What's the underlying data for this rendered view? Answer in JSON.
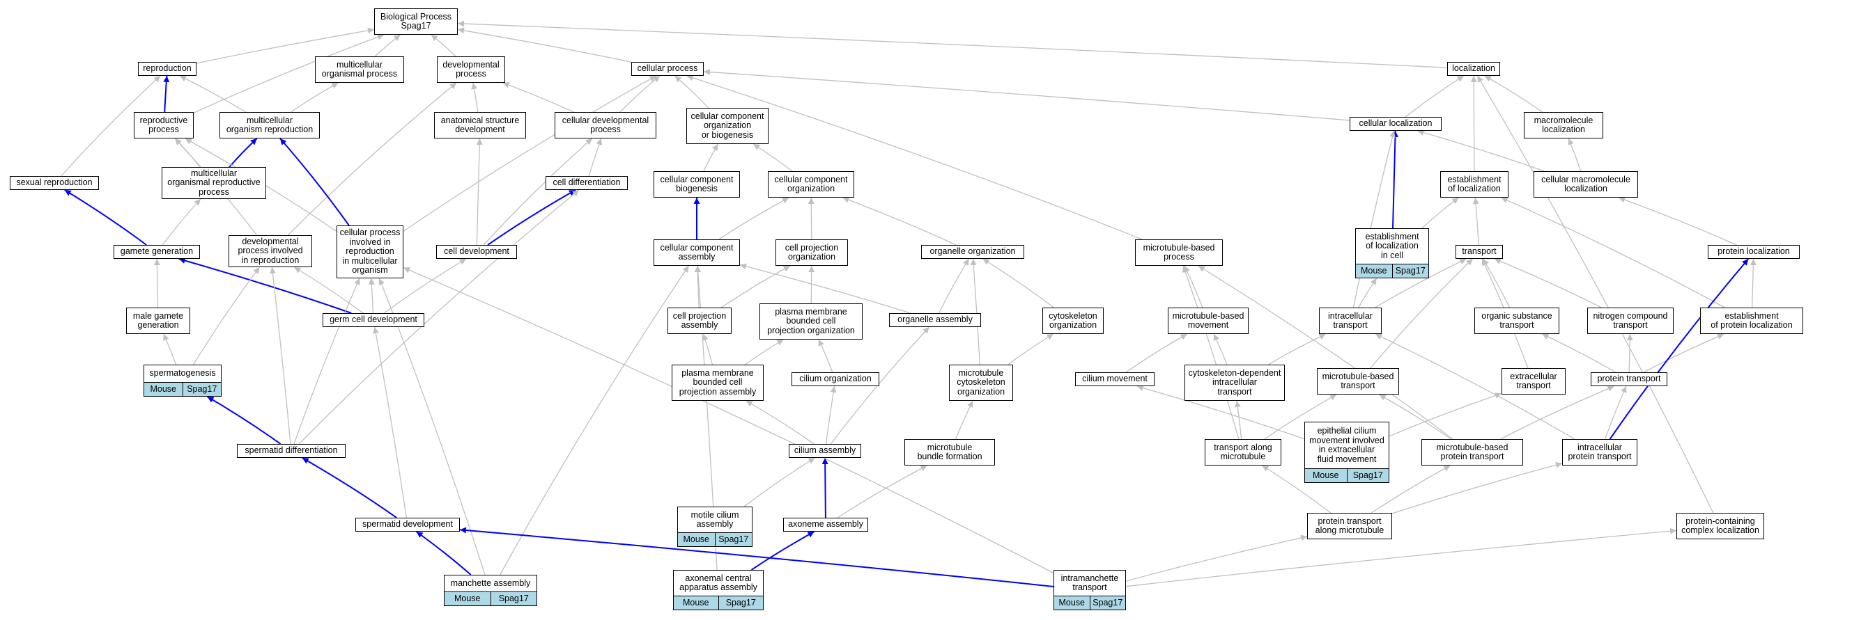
{
  "colors": {
    "edge_gray": "#c0c0c0",
    "edge_blue": "#0000ff",
    "annotation_fill": "#add8e6"
  },
  "nodes": [
    {
      "id": "bp",
      "label": "Biological Process\nSpag17"
    },
    {
      "id": "reproduction",
      "label": "reproduction"
    },
    {
      "id": "mcop",
      "label": "multicellular\norganismal process"
    },
    {
      "id": "devproc",
      "label": "developmental\nprocess"
    },
    {
      "id": "cellproc",
      "label": "cellular process"
    },
    {
      "id": "localization",
      "label": "localization"
    },
    {
      "id": "reproproc",
      "label": "reproductive\nprocess"
    },
    {
      "id": "mcorgrep",
      "label": "multicellular\norganism reproduction"
    },
    {
      "id": "asdev",
      "label": "anatomical structure\ndevelopment"
    },
    {
      "id": "celldevproc",
      "label": "cellular developmental\nprocess"
    },
    {
      "id": "ccob",
      "label": "cellular component\norganization\nor biogenesis"
    },
    {
      "id": "cellloc",
      "label": "cellular localization"
    },
    {
      "id": "macroloc",
      "label": "macromolecule\nlocalization"
    },
    {
      "id": "sexrep",
      "label": "sexual reproduction"
    },
    {
      "id": "mcorgrepproc",
      "label": "multicellular\norganismal reproductive\nprocess"
    },
    {
      "id": "celldiff",
      "label": "cell differentiation"
    },
    {
      "id": "ccbio",
      "label": "cellular component\nbiogenesis"
    },
    {
      "id": "ccorg",
      "label": "cellular component\norganization"
    },
    {
      "id": "estloc",
      "label": "establishment\nof localization"
    },
    {
      "id": "cellmacroloc",
      "label": "cellular macromolecule\nlocalization"
    },
    {
      "id": "gamgen",
      "label": "gamete generation"
    },
    {
      "id": "devrep",
      "label": "developmental\nprocess involved\nin reproduction"
    },
    {
      "id": "cpinrep",
      "label": "cellular process\ninvolved in\nreproduction\nin multicellular\norganism"
    },
    {
      "id": "celldev",
      "label": "cell development"
    },
    {
      "id": "ccassem",
      "label": "cellular component\nassembly"
    },
    {
      "id": "cprojorg",
      "label": "cell projection\norganization"
    },
    {
      "id": "organorg",
      "label": "organelle organization"
    },
    {
      "id": "mtbased",
      "label": "microtubule-based\nprocess"
    },
    {
      "id": "estlocincell",
      "label": "establishment\nof localization\nin cell",
      "ann": [
        "Mouse",
        "Spag17"
      ]
    },
    {
      "id": "transport",
      "label": "transport"
    },
    {
      "id": "protloc",
      "label": "protein localization"
    },
    {
      "id": "malegam",
      "label": "male gamete\ngeneration"
    },
    {
      "id": "germdev",
      "label": "germ cell development"
    },
    {
      "id": "cprojassem",
      "label": "cell projection\nassembly"
    },
    {
      "id": "pmbcpo",
      "label": "plasma membrane\nbounded cell\nprojection organization"
    },
    {
      "id": "organassem",
      "label": "organelle assembly"
    },
    {
      "id": "cytoorg",
      "label": "cytoskeleton\norganization"
    },
    {
      "id": "mtbmove",
      "label": "microtubule-based\nmovement"
    },
    {
      "id": "intracelltrans",
      "label": "intracellular\ntransport"
    },
    {
      "id": "orgsubtrans",
      "label": "organic substance\ntransport"
    },
    {
      "id": "nitrotrans",
      "label": "nitrogen compound\ntransport"
    },
    {
      "id": "estprotloc",
      "label": "establishment\nof protein localization"
    },
    {
      "id": "spermatogenesis",
      "label": "spermatogenesis",
      "ann": [
        "Mouse",
        "Spag17"
      ]
    },
    {
      "id": "pmbcpa",
      "label": "plasma membrane\nbounded cell\nprojection assembly"
    },
    {
      "id": "ciliumorg",
      "label": "cilium organization"
    },
    {
      "id": "mtcytoorg",
      "label": "microtubule\ncytoskeleton\norganization"
    },
    {
      "id": "ciliummove",
      "label": "cilium movement"
    },
    {
      "id": "cytodepintra",
      "label": "cytoskeleton-dependent\nintracellular\ntransport"
    },
    {
      "id": "mtbtrans",
      "label": "microtubule-based\ntransport"
    },
    {
      "id": "extracelltrans",
      "label": "extracellular\ntransport"
    },
    {
      "id": "prottrans",
      "label": "protein transport"
    },
    {
      "id": "spermdiff",
      "label": "spermatid differentiation"
    },
    {
      "id": "ciliumassem",
      "label": "cilium assembly"
    },
    {
      "id": "mtbundle",
      "label": "microtubule\nbundle formation"
    },
    {
      "id": "epicilium",
      "label": "epithelial cilium\nmovement involved\nin extracellular\nfluid movement",
      "ann": [
        "Mouse",
        "Spag17"
      ]
    },
    {
      "id": "transalongmt",
      "label": "transport along\nmicrotubule"
    },
    {
      "id": "mtbprottrans",
      "label": "microtubule-based\nprotein transport"
    },
    {
      "id": "intraprottrans",
      "label": "intracellular\nprotein transport"
    },
    {
      "id": "spermdev",
      "label": "spermatid development"
    },
    {
      "id": "motilecilium",
      "label": "motile cilium\nassembly",
      "ann": [
        "Mouse",
        "Spag17"
      ]
    },
    {
      "id": "axonemeassem",
      "label": "axoneme assembly"
    },
    {
      "id": "prottransmt",
      "label": "protein transport\nalong microtubule"
    },
    {
      "id": "protcomplexloc",
      "label": "protein-containing\ncomplex localization"
    },
    {
      "id": "manchette",
      "label": "manchette assembly",
      "ann": [
        "Mouse",
        "Spag17"
      ]
    },
    {
      "id": "axocentral",
      "label": "axonemal central\napparatus assembly",
      "ann": [
        "Mouse",
        "Spag17"
      ]
    },
    {
      "id": "intramanchette",
      "label": "intramanchette\ntransport",
      "ann": [
        "Mouse",
        "Spag17"
      ]
    }
  ],
  "edges": [
    [
      "reproduction",
      "bp",
      "g"
    ],
    [
      "mcop",
      "bp",
      "g"
    ],
    [
      "devproc",
      "bp",
      "g"
    ],
    [
      "cellproc",
      "bp",
      "g"
    ],
    [
      "localization",
      "bp",
      "g"
    ],
    [
      "reproproc",
      "reproduction",
      "b"
    ],
    [
      "reproproc",
      "bp",
      "g"
    ],
    [
      "mcorgrep",
      "reproduction",
      "g"
    ],
    [
      "mcorgrep",
      "mcop",
      "g"
    ],
    [
      "asdev",
      "devproc",
      "g"
    ],
    [
      "celldevproc",
      "devproc",
      "g"
    ],
    [
      "celldevproc",
      "cellproc",
      "g"
    ],
    [
      "ccob",
      "cellproc",
      "g"
    ],
    [
      "cellloc",
      "cellproc",
      "g"
    ],
    [
      "cellloc",
      "localization",
      "g"
    ],
    [
      "macroloc",
      "localization",
      "g"
    ],
    [
      "sexrep",
      "reproduction",
      "g"
    ],
    [
      "mcorgrepproc",
      "mcorgrep",
      "b"
    ],
    [
      "mcorgrepproc",
      "reproproc",
      "g"
    ],
    [
      "celldiff",
      "celldevproc",
      "g"
    ],
    [
      "ccbio",
      "ccob",
      "g"
    ],
    [
      "ccorg",
      "ccob",
      "g"
    ],
    [
      "estloc",
      "localization",
      "g"
    ],
    [
      "cellmacroloc",
      "cellloc",
      "g"
    ],
    [
      "cellmacroloc",
      "macroloc",
      "g"
    ],
    [
      "gamgen",
      "sexrep",
      "b"
    ],
    [
      "gamgen",
      "mcorgrepproc",
      "g"
    ],
    [
      "devrep",
      "devproc",
      "g"
    ],
    [
      "devrep",
      "reproproc",
      "g"
    ],
    [
      "cpinrep",
      "mcorgrep",
      "b"
    ],
    [
      "cpinrep",
      "cellproc",
      "g"
    ],
    [
      "cpinrep",
      "reproproc",
      "g"
    ],
    [
      "celldev",
      "celldiff",
      "b"
    ],
    [
      "celldev",
      "asdev",
      "g"
    ],
    [
      "celldev",
      "celldevproc",
      "g"
    ],
    [
      "ccassem",
      "ccbio",
      "b"
    ],
    [
      "ccassem",
      "ccorg",
      "g"
    ],
    [
      "cprojorg",
      "ccorg",
      "g"
    ],
    [
      "organorg",
      "ccorg",
      "g"
    ],
    [
      "mtbased",
      "cellproc",
      "g"
    ],
    [
      "estlocincell",
      "cellloc",
      "b"
    ],
    [
      "estlocincell",
      "estloc",
      "g"
    ],
    [
      "transport",
      "estloc",
      "g"
    ],
    [
      "protloc",
      "cellmacroloc",
      "g"
    ],
    [
      "malegam",
      "gamgen",
      "g"
    ],
    [
      "germdev",
      "gamgen",
      "b"
    ],
    [
      "germdev",
      "devrep",
      "g"
    ],
    [
      "germdev",
      "cpinrep",
      "g"
    ],
    [
      "germdev",
      "celldev",
      "g"
    ],
    [
      "cprojassem",
      "ccassem",
      "g"
    ],
    [
      "cprojassem",
      "cprojorg",
      "g"
    ],
    [
      "pmbcpo",
      "cprojorg",
      "g"
    ],
    [
      "organassem",
      "organorg",
      "g"
    ],
    [
      "organassem",
      "ccassem",
      "g"
    ],
    [
      "cytoorg",
      "organorg",
      "g"
    ],
    [
      "mtbmove",
      "mtbased",
      "g"
    ],
    [
      "intracelltrans",
      "cellloc",
      "g"
    ],
    [
      "intracelltrans",
      "transport",
      "g"
    ],
    [
      "intracelltrans",
      "estlocincell",
      "g"
    ],
    [
      "orgsubtrans",
      "transport",
      "g"
    ],
    [
      "nitrotrans",
      "transport",
      "g"
    ],
    [
      "estprotloc",
      "protloc",
      "g"
    ],
    [
      "estprotloc",
      "estloc",
      "g"
    ],
    [
      "spermatogenesis",
      "malegam",
      "g"
    ],
    [
      "spermatogenesis",
      "devrep",
      "g"
    ],
    [
      "pmbcpa",
      "pmbcpo",
      "g"
    ],
    [
      "pmbcpa",
      "cprojassem",
      "g"
    ],
    [
      "ciliumorg",
      "pmbcpo",
      "g"
    ],
    [
      "mtcytoorg",
      "cytoorg",
      "g"
    ],
    [
      "mtcytoorg",
      "organorg",
      "g"
    ],
    [
      "ciliummove",
      "mtbmove",
      "g"
    ],
    [
      "cytodepintra",
      "intracelltrans",
      "g"
    ],
    [
      "cytodepintra",
      "mtbmove",
      "g"
    ],
    [
      "mtbtrans",
      "transport",
      "g"
    ],
    [
      "extracelltrans",
      "transport",
      "g"
    ],
    [
      "prottrans",
      "nitrotrans",
      "g"
    ],
    [
      "prottrans",
      "estprotloc",
      "g"
    ],
    [
      "prottrans",
      "orgsubtrans",
      "g"
    ],
    [
      "spermdiff",
      "spermatogenesis",
      "b"
    ],
    [
      "spermdiff",
      "devrep",
      "g"
    ],
    [
      "spermdiff",
      "cpinrep",
      "g"
    ],
    [
      "spermdiff",
      "celldiff",
      "g"
    ],
    [
      "ciliumassem",
      "ciliumorg",
      "g"
    ],
    [
      "ciliumassem",
      "pmbcpa",
      "g"
    ],
    [
      "ciliumassem",
      "organassem",
      "g"
    ],
    [
      "mtbundle",
      "mtcytoorg",
      "g"
    ],
    [
      "epicilium",
      "ciliummove",
      "g"
    ],
    [
      "epicilium",
      "extracelltrans",
      "g"
    ],
    [
      "transalongmt",
      "cytodepintra",
      "g"
    ],
    [
      "transalongmt",
      "mtbtrans",
      "g"
    ],
    [
      "transalongmt",
      "mtbased",
      "g"
    ],
    [
      "mtbprottrans",
      "mtbtrans",
      "g"
    ],
    [
      "mtbprottrans",
      "prottrans",
      "g"
    ],
    [
      "mtbprottrans",
      "mtbased",
      "g"
    ],
    [
      "intraprottrans",
      "protloc",
      "b"
    ],
    [
      "intraprottrans",
      "prottrans",
      "g"
    ],
    [
      "intraprottrans",
      "intracelltrans",
      "g"
    ],
    [
      "spermdev",
      "spermdiff",
      "b"
    ],
    [
      "spermdev",
      "germdev",
      "g"
    ],
    [
      "motilecilium",
      "ciliumassem",
      "g"
    ],
    [
      "axonemeassem",
      "ciliumassem",
      "b"
    ],
    [
      "axonemeassem",
      "mtbundle",
      "g"
    ],
    [
      "prottransmt",
      "transalongmt",
      "g"
    ],
    [
      "prottransmt",
      "mtbprottrans",
      "g"
    ],
    [
      "prottransmt",
      "intraprottrans",
      "g"
    ],
    [
      "protcomplexloc",
      "localization",
      "g"
    ],
    [
      "manchette",
      "spermdev",
      "b"
    ],
    [
      "manchette",
      "cpinrep",
      "g"
    ],
    [
      "manchette",
      "ccassem",
      "g"
    ],
    [
      "axocentral",
      "axonemeassem",
      "b"
    ],
    [
      "axocentral",
      "ccassem",
      "g"
    ],
    [
      "intramanchette",
      "spermdev",
      "b"
    ],
    [
      "intramanchette",
      "prottransmt",
      "g"
    ],
    [
      "intramanchette",
      "protcomplexloc",
      "g"
    ],
    [
      "intramanchette",
      "cpinrep",
      "g"
    ]
  ]
}
